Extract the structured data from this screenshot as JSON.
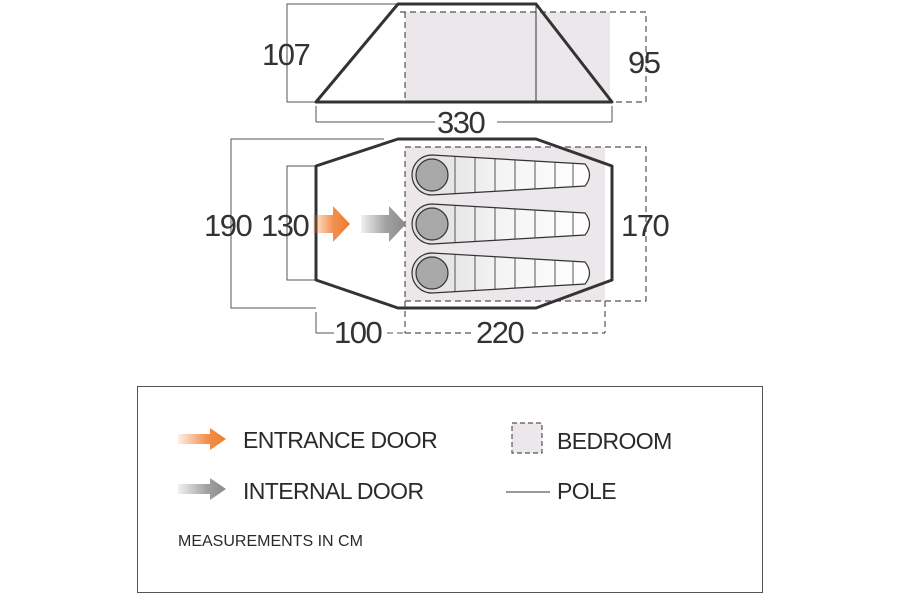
{
  "dimensions": {
    "height_outer": "107",
    "height_inner": "95",
    "length_total": "330",
    "width_outer": "190",
    "width_door": "130",
    "width_bedroom": "170",
    "length_porch": "100",
    "length_bedroom": "220"
  },
  "legend": {
    "entrance_door": "ENTRANCE DOOR",
    "internal_door": "INTERNAL DOOR",
    "bedroom": "BEDROOM",
    "pole": "POLE",
    "note": "MEASUREMENTS IN CM"
  },
  "colors": {
    "entrance_arrow": "#f07c2e",
    "internal_arrow": "#8a8a8a",
    "bedroom_fill": "#ebe7ea",
    "outline": "#333333",
    "dimension_line": "#555555"
  },
  "icons": {
    "entrance": "orange-arrow-icon",
    "internal": "grey-arrow-icon",
    "bedroom": "dashed-square-icon",
    "pole": "line-icon",
    "sleeping_bag": "sleeping-bag-icon"
  }
}
